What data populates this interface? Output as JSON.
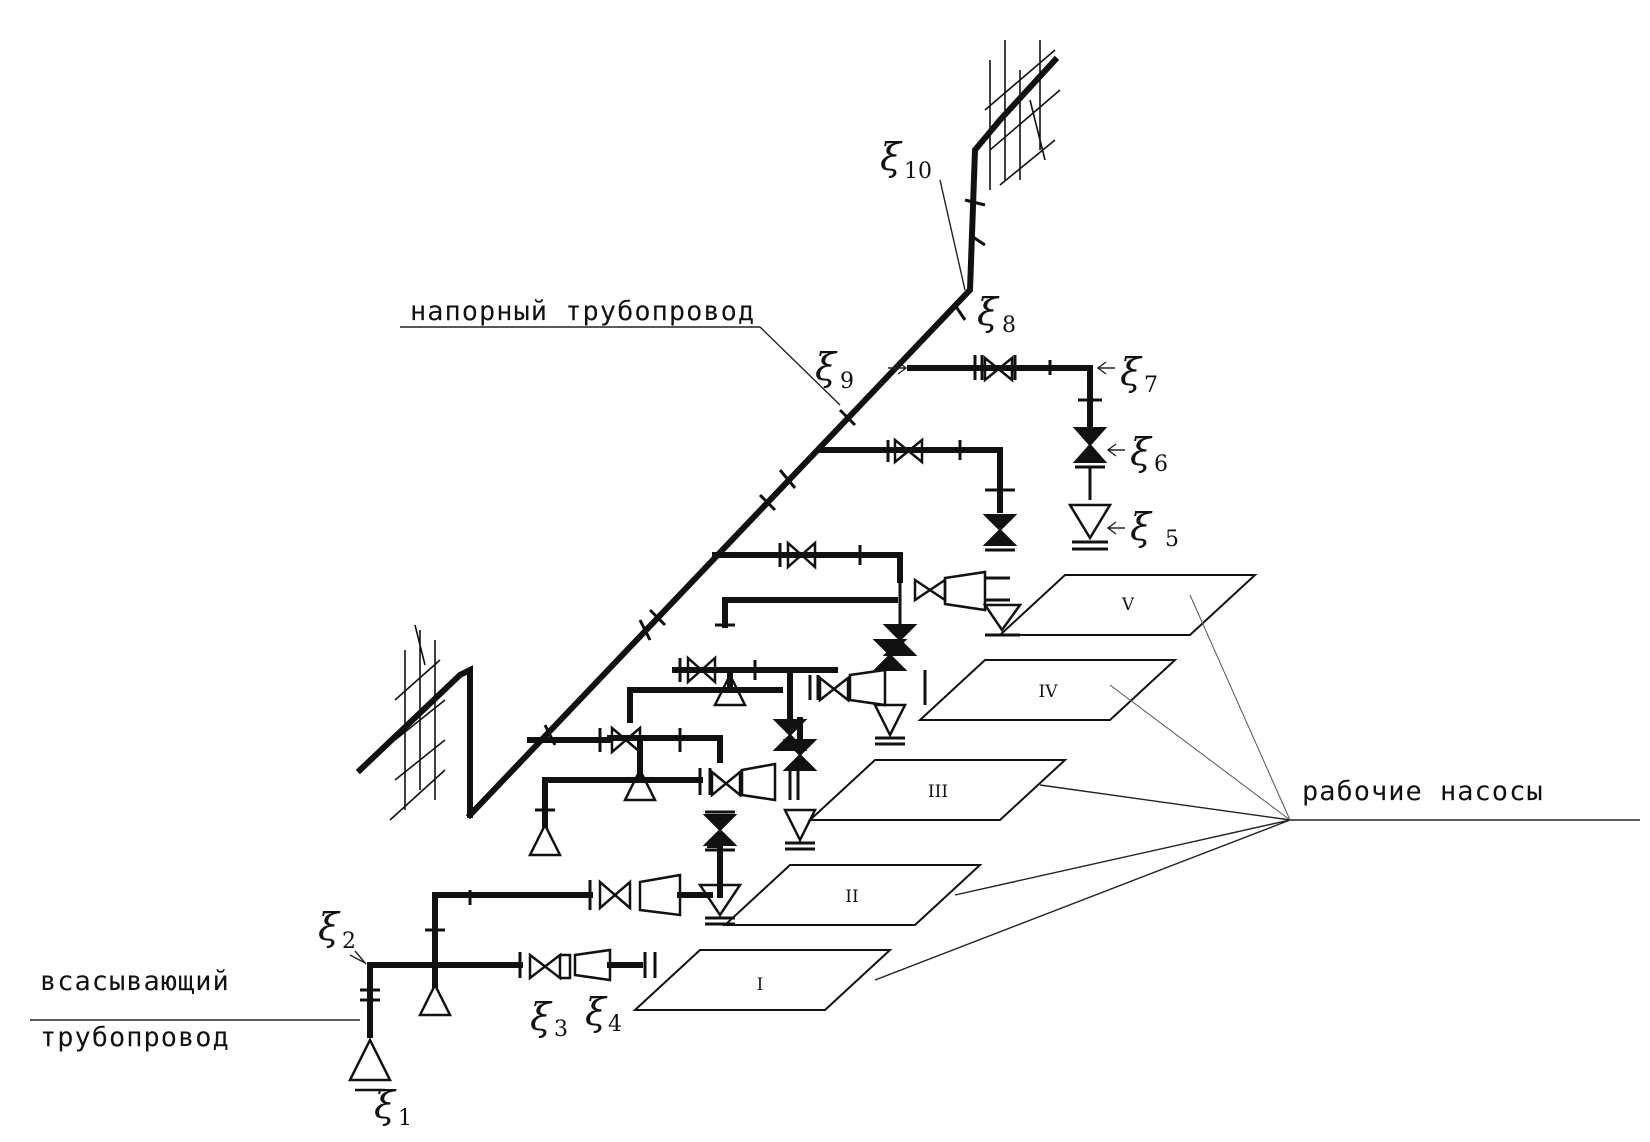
{
  "labels": {
    "discharge_pipe": "напорный трубопровод",
    "suction_pipe_line1": "всасывающий",
    "suction_pipe_line2": "трубопровод",
    "working_pumps": "рабочие насосы"
  },
  "coefficients": [
    {
      "symbol": "ξ",
      "index": "1"
    },
    {
      "symbol": "ξ",
      "index": "2"
    },
    {
      "symbol": "ξ",
      "index": "3"
    },
    {
      "symbol": "ξ",
      "index": "4"
    },
    {
      "symbol": "ξ",
      "index": "5"
    },
    {
      "symbol": "ξ",
      "index": "6"
    },
    {
      "symbol": "ξ",
      "index": "7"
    },
    {
      "symbol": "ξ",
      "index": "8"
    },
    {
      "symbol": "ξ",
      "index": "9"
    },
    {
      "symbol": "ξ",
      "index": "10"
    }
  ],
  "pumps": [
    {
      "number": "I"
    },
    {
      "number": "II"
    },
    {
      "number": "III"
    },
    {
      "number": "IV"
    },
    {
      "number": "V"
    }
  ]
}
